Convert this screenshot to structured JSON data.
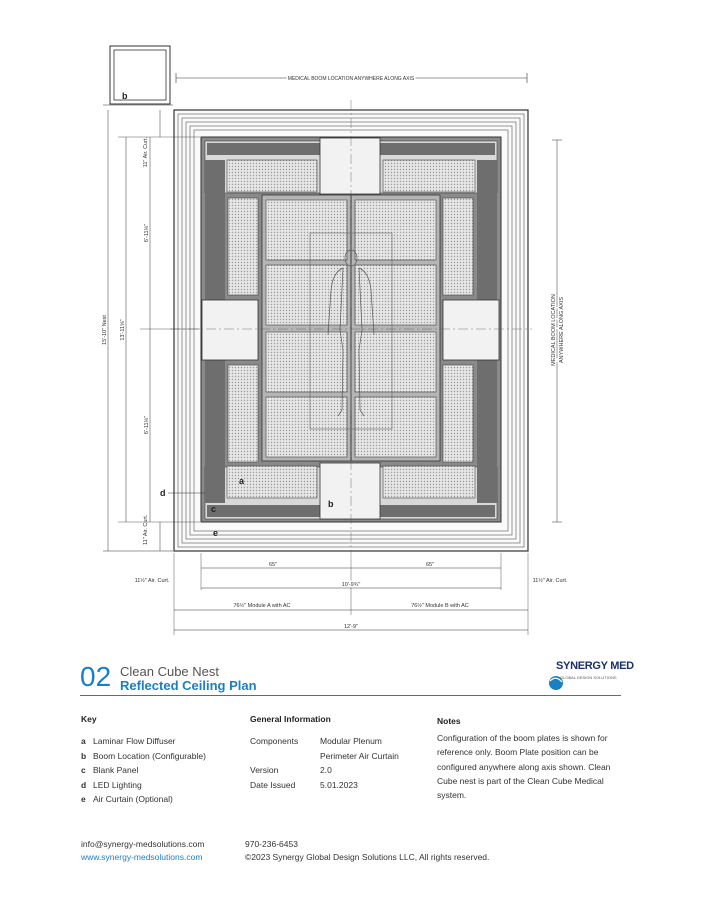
{
  "drawing": {
    "top_label": "MEDICAL BOOM LOCATION ANYWHERE ALONG AXIS",
    "right_label_line1": "MEDICAL BOOM LOCATION",
    "right_label_line2": "ANYWHERE ALONG AXIS",
    "dim_air_curt_top": "11\" Air. Curt.",
    "dim_air_curt_bottom": "11\" Air. Curt.",
    "dim_upper": "6'-11⅛\"",
    "dim_lower": "6'-11⅛\"",
    "dim_total_left": "15'-10\" Nest",
    "dim_inner_left": "13'-11⅝\"",
    "dim_65_left": "65\"",
    "dim_65_right": "65\"",
    "dim_center": "10'-9¾\"",
    "dim_air_left": "11½\" Air. Curt.",
    "dim_air_right": "11½\" Air. Curt.",
    "dim_module_a": "76½\" Module A with AC",
    "dim_module_b": "76½\" Module B with AC",
    "dim_overall": "12'-9\"",
    "callouts": {
      "a": "a",
      "b_top": "b",
      "b_bottom": "b",
      "c": "c",
      "d": "d",
      "e": "e"
    }
  },
  "header": {
    "number": "02",
    "subtitle": "Clean Cube Nest",
    "title": "Reflected Ceiling Plan",
    "logo": "SYNERGY MED",
    "logo_sub": "GLOBAL DESIGN SOLUTIONS"
  },
  "key": {
    "heading": "Key",
    "items": [
      {
        "letter": "a",
        "label": "Laminar Flow Diffuser"
      },
      {
        "letter": "b",
        "label": "Boom Location (Configurable)"
      },
      {
        "letter": "c",
        "label": "Blank Panel"
      },
      {
        "letter": "d",
        "label": "LED Lighting"
      },
      {
        "letter": "e",
        "label": "Air Curtain (Optional)"
      }
    ]
  },
  "general": {
    "heading": "General Information",
    "rows": [
      {
        "k": "Components",
        "v": "Modular Plenum"
      },
      {
        "k": "",
        "v": "Perimeter Air Curtain"
      },
      {
        "k": "Version",
        "v": "2.0"
      },
      {
        "k": "Date Issued",
        "v": "5.01.2023"
      }
    ]
  },
  "notes": {
    "heading": "Notes",
    "text": "Configuration of the boom plates is shown for reference only.  Boom Plate position can be configured anywhere along axis shown.  Clean Cube nest is part of the Clean Cube Medical system."
  },
  "footer": {
    "email": "info@synergy-medsolutions.com",
    "website": "www.synergy-medsolutions.com",
    "phone": "970-236-6453",
    "copyright": "©2023 Synergy Global Design Solutions LLC, All rights reserved."
  }
}
